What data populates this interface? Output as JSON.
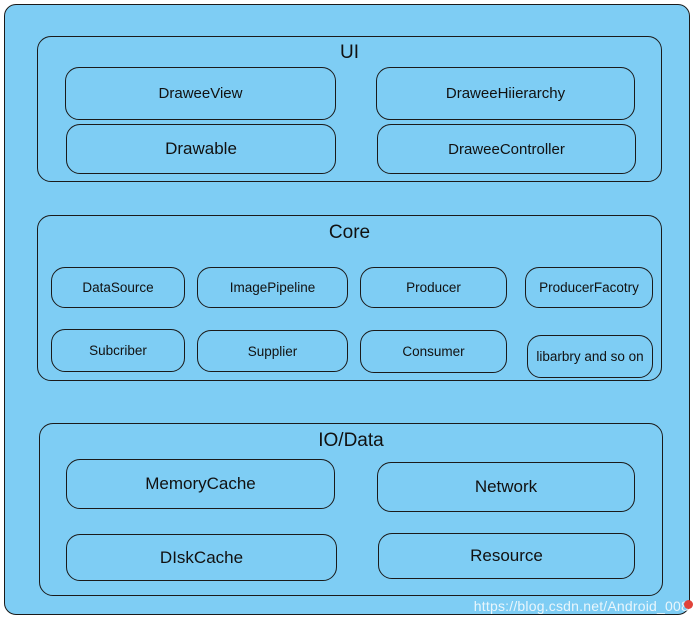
{
  "ui": {
    "title": "UI",
    "items": [
      "DraweeView",
      "DraweeHiierarchy",
      "Drawable",
      "DraweeController"
    ]
  },
  "core": {
    "title": "Core",
    "items": [
      "DataSource",
      "ImagePipeline",
      "Producer",
      "ProducerFacotry",
      "Subcriber",
      "Supplier",
      "Consumer",
      "libarbry and so on"
    ]
  },
  "io": {
    "title": "IO/Data",
    "items": [
      "MemoryCache",
      "Network",
      "DIskCache",
      "Resource"
    ]
  },
  "watermark": "https://blog.csdn.net/Android_008",
  "colors": {
    "fill": "#7ecdf4",
    "stroke": "#1a1a1a"
  }
}
